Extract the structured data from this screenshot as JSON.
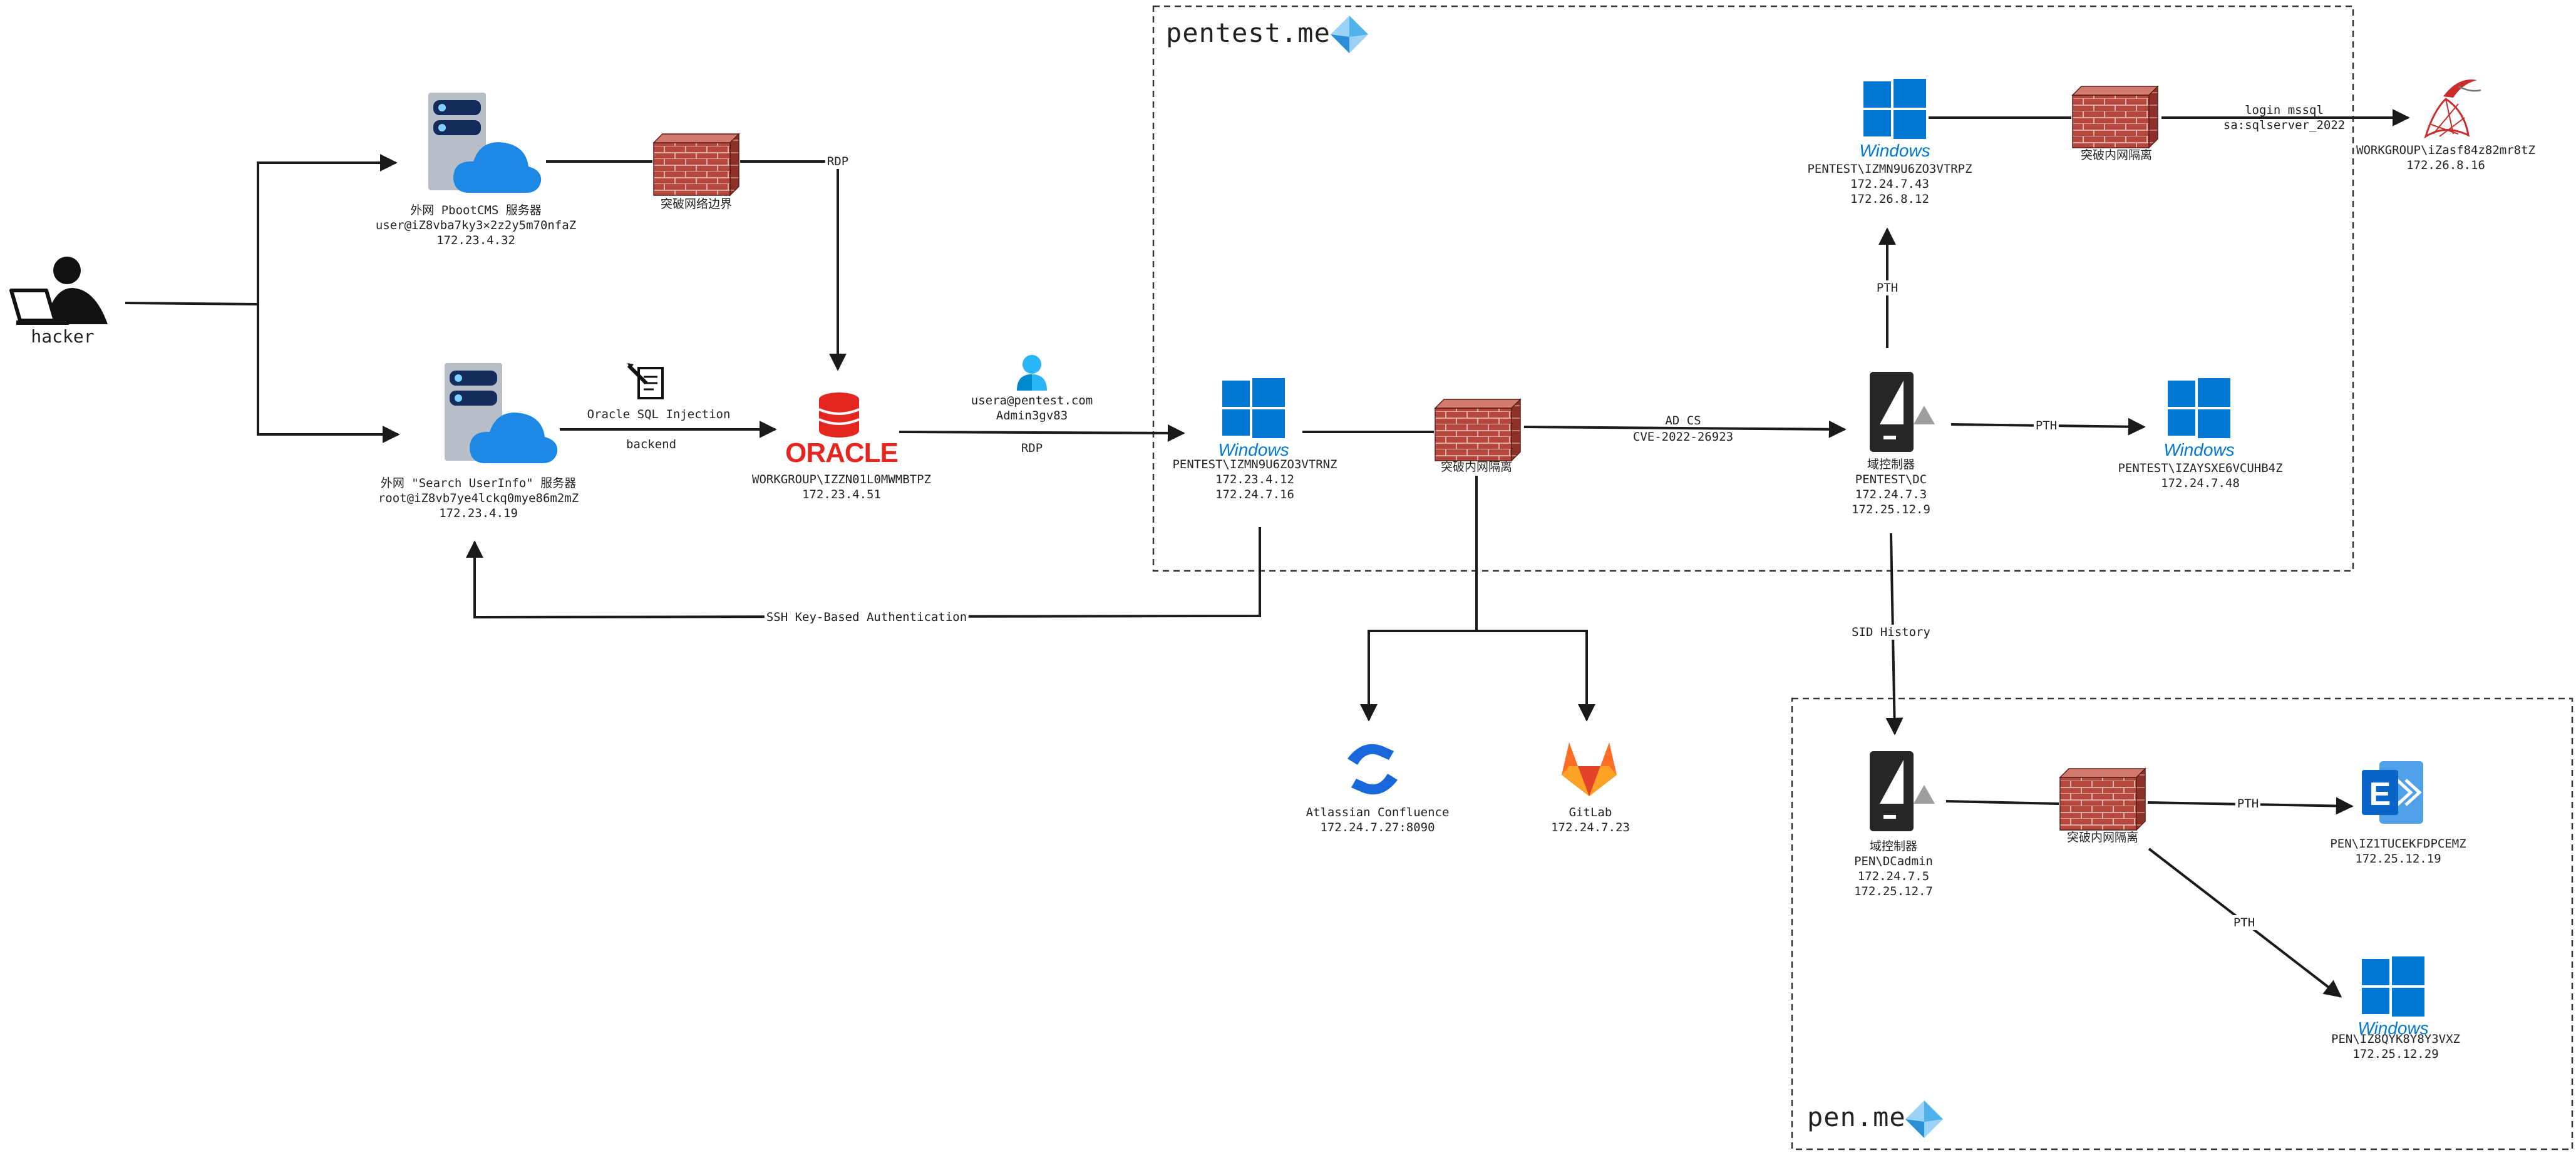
{
  "domains": [
    {
      "id": "pentest",
      "title": "pentest.me"
    },
    {
      "id": "pen",
      "title": "pen.me"
    }
  ],
  "nodes": [
    {
      "id": "hacker",
      "icon": "hacker-icon",
      "lines": [
        "hacker"
      ]
    },
    {
      "id": "pbootcms",
      "icon": "cloud-server-icon",
      "lines": [
        "外网 PbootCMS 服务器",
        "user@iZ8vba7ky3×2z2y5m70nfaZ",
        "172.23.4.32"
      ]
    },
    {
      "id": "searchuser",
      "icon": "cloud-server-icon",
      "lines": [
        "外网 \"Search UserInfo\" 服务器",
        "root@iZ8vb7ye4lckq0mye86m2mZ",
        "172.23.4.19"
      ]
    },
    {
      "id": "fw_border",
      "icon": "firewall-icon",
      "lines": [
        "突破网络边界"
      ]
    },
    {
      "id": "oracle",
      "icon": "oracle-database-icon",
      "lines": [
        "WORKGROUP\\IZZN01L0MWMBTPZ",
        "172.23.4.51"
      ]
    },
    {
      "id": "user_icon",
      "icon": "user-icon",
      "lines": [
        "usera@pentest.com",
        "Admin3gv83"
      ]
    },
    {
      "id": "sqli_icon",
      "icon": "injection-icon",
      "lines": []
    },
    {
      "id": "win_ws",
      "icon": "windows-icon",
      "lines": [
        "PENTEST\\IZMN9U6ZO3VTRNZ",
        "172.23.4.12",
        "172.24.7.16"
      ]
    },
    {
      "id": "fw_inner1",
      "icon": "firewall-icon",
      "lines": [
        "突破内网隔离"
      ]
    },
    {
      "id": "dc_pentest",
      "icon": "domain-controller-icon",
      "lines": [
        "域控制器",
        "PENTEST\\DC",
        "172.24.7.3",
        "172.25.12.9"
      ]
    },
    {
      "id": "win_trpz",
      "icon": "windows-icon",
      "lines": [
        "PENTEST\\IZMN9U6ZO3VTRPZ",
        "172.24.7.43",
        "172.26.8.12"
      ]
    },
    {
      "id": "fw_inner2",
      "icon": "firewall-icon",
      "lines": [
        "突破内网隔离"
      ]
    },
    {
      "id": "mssql",
      "icon": "sql-server-icon",
      "lines": [
        "WORKGROUP\\iZasf84z82mr8tZ",
        "172.26.8.16"
      ]
    },
    {
      "id": "win_ysxe",
      "icon": "windows-icon",
      "lines": [
        "PENTEST\\IZAYSXE6VCUHB4Z",
        "172.24.7.48"
      ]
    },
    {
      "id": "confluence",
      "icon": "confluence-icon",
      "lines": [
        "Atlassian Confluence",
        "172.24.7.27:8090"
      ]
    },
    {
      "id": "gitlab",
      "icon": "gitlab-icon",
      "lines": [
        "GitLab",
        "172.24.7.23"
      ]
    },
    {
      "id": "dc_pen",
      "icon": "domain-controller-icon",
      "lines": [
        "域控制器",
        "PEN\\DCadmin",
        "172.24.7.5",
        "172.25.12.7"
      ]
    },
    {
      "id": "fw_inner3",
      "icon": "firewall-icon",
      "lines": [
        "突破内网隔离"
      ]
    },
    {
      "id": "exchange",
      "icon": "exchange-icon",
      "lines": [
        "PEN\\IZ1TUCEKFDPCEMZ",
        "172.25.12.19"
      ]
    },
    {
      "id": "win_8qyk",
      "icon": "windows-icon",
      "lines": [
        "PEN\\IZ8QYK8Y8Y3VXZ",
        "172.25.12.29"
      ]
    }
  ],
  "edges": {
    "rdp_top": "RDP",
    "sqli": "Oracle SQL Injection",
    "backend": "backend",
    "rdp_mid": "RDP",
    "ssh": "SSH Key-Based Authentication",
    "adcs_1": "AD CS",
    "adcs_2": "CVE-2022-26923",
    "pth_up": "PTH",
    "pth_right": "PTH",
    "mssql_1": "login mssql",
    "mssql_2": "sa:sqlserver_2022",
    "sid": "SID History",
    "pth_exch": "PTH",
    "pth_win": "PTH"
  },
  "windows_word": "Windows",
  "oracle_word": "ORACLE",
  "colors": {
    "windows_blue": "#0078d4",
    "oracle_red": "#e3261f",
    "brick": "#b2483d",
    "server_blue": "#1e88e5",
    "line": "#1a1a1a"
  }
}
